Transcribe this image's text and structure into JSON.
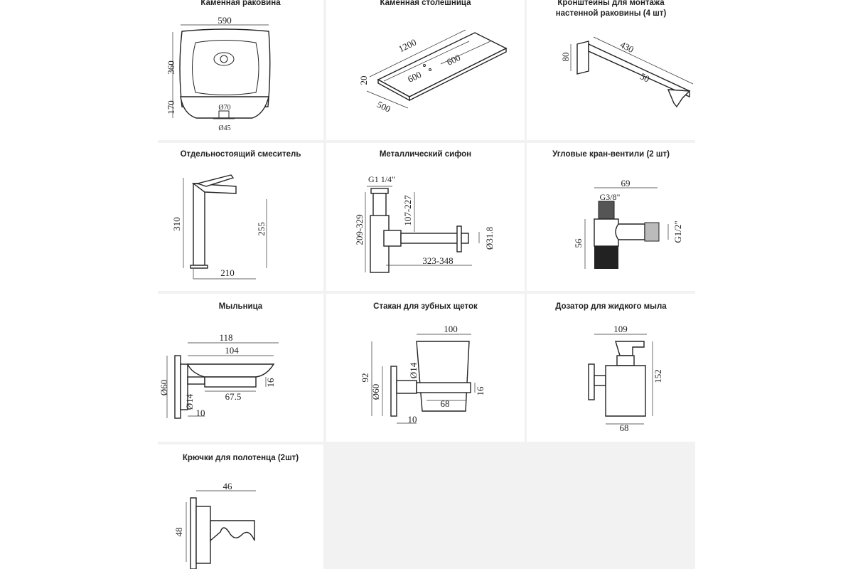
{
  "cells": [
    {
      "title": "Каменная раковина",
      "dims": [
        "590",
        "360",
        "170",
        "Ø70",
        "Ø45"
      ]
    },
    {
      "title": "Каменная столешница",
      "dims": [
        "1200",
        "600",
        "600",
        "20",
        "500"
      ]
    },
    {
      "title": "Кронштейны для монтажа настенной раковины (4 шт)",
      "dims": [
        "80",
        "430",
        "50"
      ]
    },
    {
      "title": "Отдельностоящий смеситель",
      "dims": [
        "310",
        "255",
        "210"
      ]
    },
    {
      "title": "Металлический сифон",
      "dims": [
        "G1 1/4\"",
        "209-329",
        "107-227",
        "Ø31.8",
        "323-348"
      ]
    },
    {
      "title": "Угловые кран-вентили (2 шт)",
      "dims": [
        "69",
        "G3/8\"",
        "56",
        "G1/2\""
      ]
    },
    {
      "title": "Мыльница",
      "dims": [
        "118",
        "104",
        "Ø60",
        "Ø14",
        "16",
        "67.5",
        "10"
      ]
    },
    {
      "title": "Стакан для зубных щеток",
      "dims": [
        "100",
        "92",
        "Ø60",
        "Ø14",
        "16",
        "68",
        "10"
      ]
    },
    {
      "title": "Дозатор для жидкого мыла",
      "dims": [
        "109",
        "152",
        "68"
      ]
    },
    {
      "title": "Крючки для полотенца (2шт)",
      "dims": [
        "46",
        "48"
      ]
    }
  ]
}
